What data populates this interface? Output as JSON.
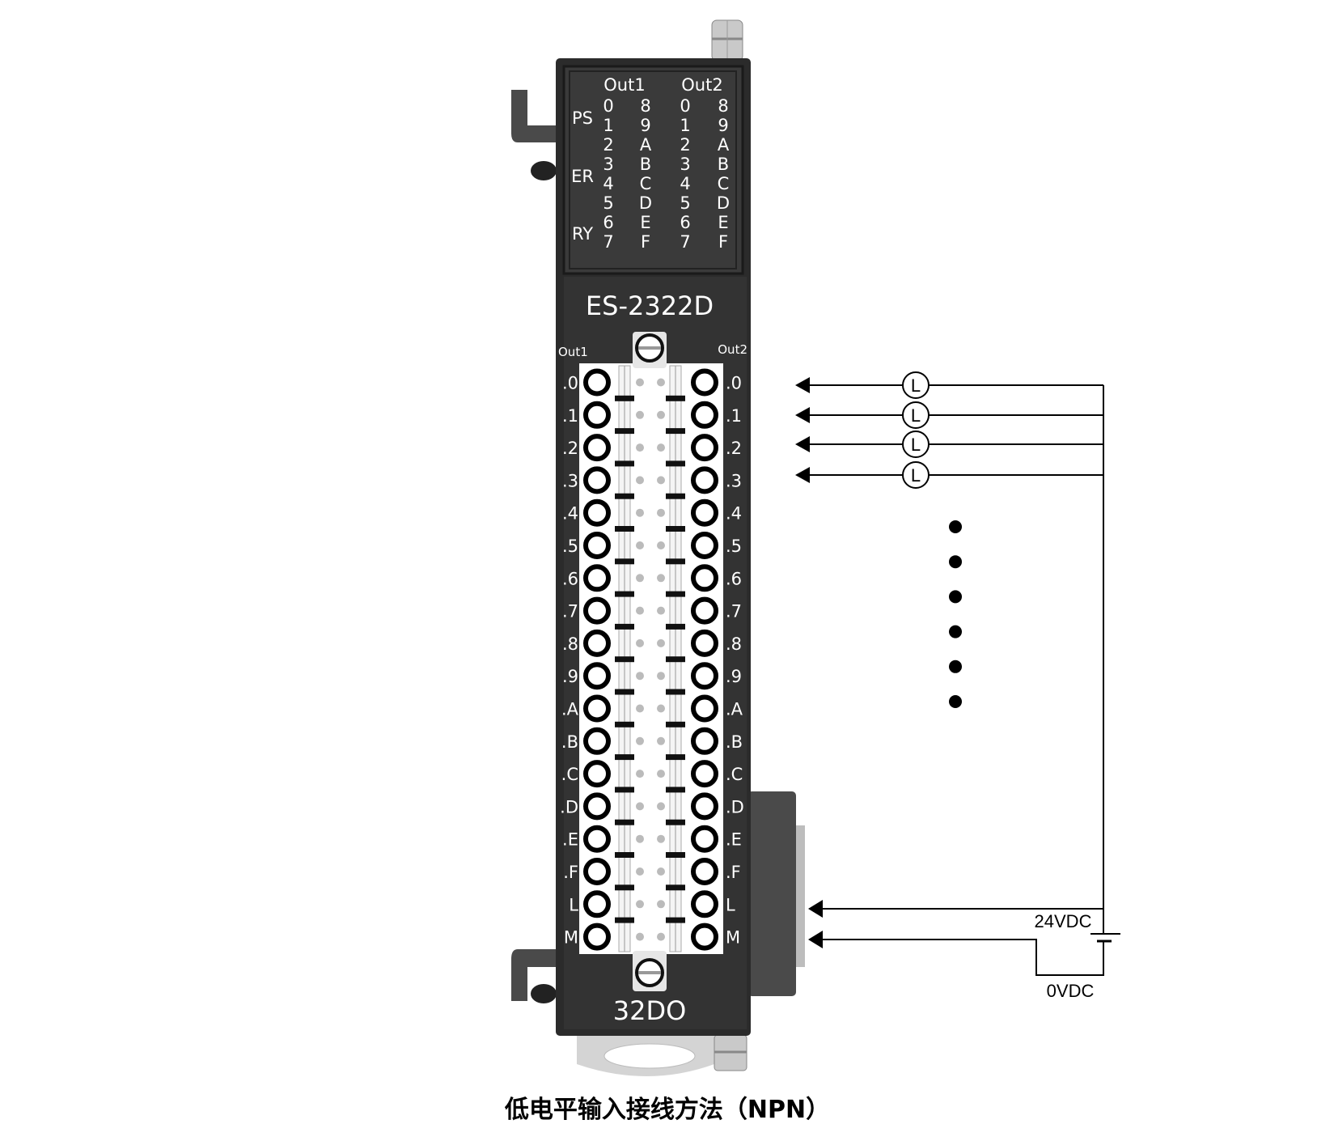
{
  "module": {
    "model": "ES-2322D",
    "type_label": "32DO",
    "led_panel": {
      "headers": [
        "Out1",
        "Out2"
      ],
      "status_labels": [
        "PS",
        "ER",
        "RY"
      ],
      "columns": [
        [
          "0",
          "1",
          "2",
          "3",
          "4",
          "5",
          "6",
          "7"
        ],
        [
          "8",
          "9",
          "A",
          "B",
          "C",
          "D",
          "E",
          "F"
        ],
        [
          "0",
          "1",
          "2",
          "3",
          "4",
          "5",
          "6",
          "7"
        ],
        [
          "8",
          "9",
          "A",
          "B",
          "C",
          "D",
          "E",
          "F"
        ]
      ]
    },
    "terminal_headers": [
      "Out1",
      "Out2"
    ],
    "terminal_labels": [
      ".0",
      ".1",
      ".2",
      ".3",
      ".4",
      ".5",
      ".6",
      ".7",
      ".8",
      ".9",
      ".A",
      ".B",
      ".C",
      ".D",
      ".E",
      ".F",
      "L",
      "M"
    ]
  },
  "wiring": {
    "load_symbol": "L",
    "load_count": 4,
    "continuation_dots": 6,
    "supply_positive": "24VDC",
    "supply_negative": "0VDC"
  },
  "caption": "低电平输入接线方法（NPN）",
  "colors": {
    "body": "#2b2b2b",
    "panel": "#3a3a3a",
    "wire": "#000000"
  }
}
